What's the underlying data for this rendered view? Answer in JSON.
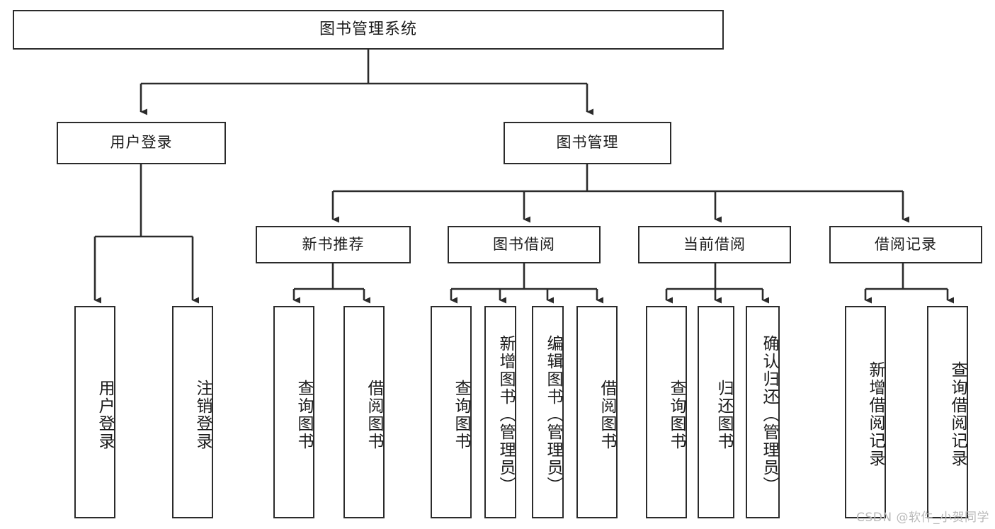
{
  "diagram": {
    "type": "tree",
    "title": "图书管理系统",
    "style": {
      "box_border_color": "#2b2b2b",
      "box_fill": "#ffffff",
      "line_color": "#2b2b2b",
      "text_color": "#1b1b1b",
      "background": "#ffffff",
      "watermark_color": "#b9b9b9"
    },
    "root": {
      "label": "图书管理系统"
    },
    "level2": [
      {
        "label": "用户登录"
      },
      {
        "label": "图书管理"
      }
    ],
    "level3": [
      {
        "label": "新书推荐"
      },
      {
        "label": "图书借阅"
      },
      {
        "label": "当前借阅"
      },
      {
        "label": "借阅记录"
      }
    ],
    "leaves": {
      "user_login": [
        {
          "label": "用户登录"
        },
        {
          "label": "注销登录"
        }
      ],
      "new_book_recommend": [
        {
          "label": "查询图书"
        },
        {
          "label": "借阅图书"
        }
      ],
      "book_borrow": [
        {
          "label": "查询图书"
        },
        {
          "label": "新增图书（管理员）"
        },
        {
          "label": "编辑图书（管理员）"
        },
        {
          "label": "借阅图书"
        }
      ],
      "current_borrow": [
        {
          "label": "查询图书"
        },
        {
          "label": "归还图书"
        },
        {
          "label": "确认归还（管理员）"
        }
      ],
      "borrow_record": [
        {
          "label": "新增借阅记录"
        },
        {
          "label": "查询借阅记录"
        }
      ]
    }
  },
  "watermark": {
    "text": "CSDN @软件_小贺同学"
  }
}
